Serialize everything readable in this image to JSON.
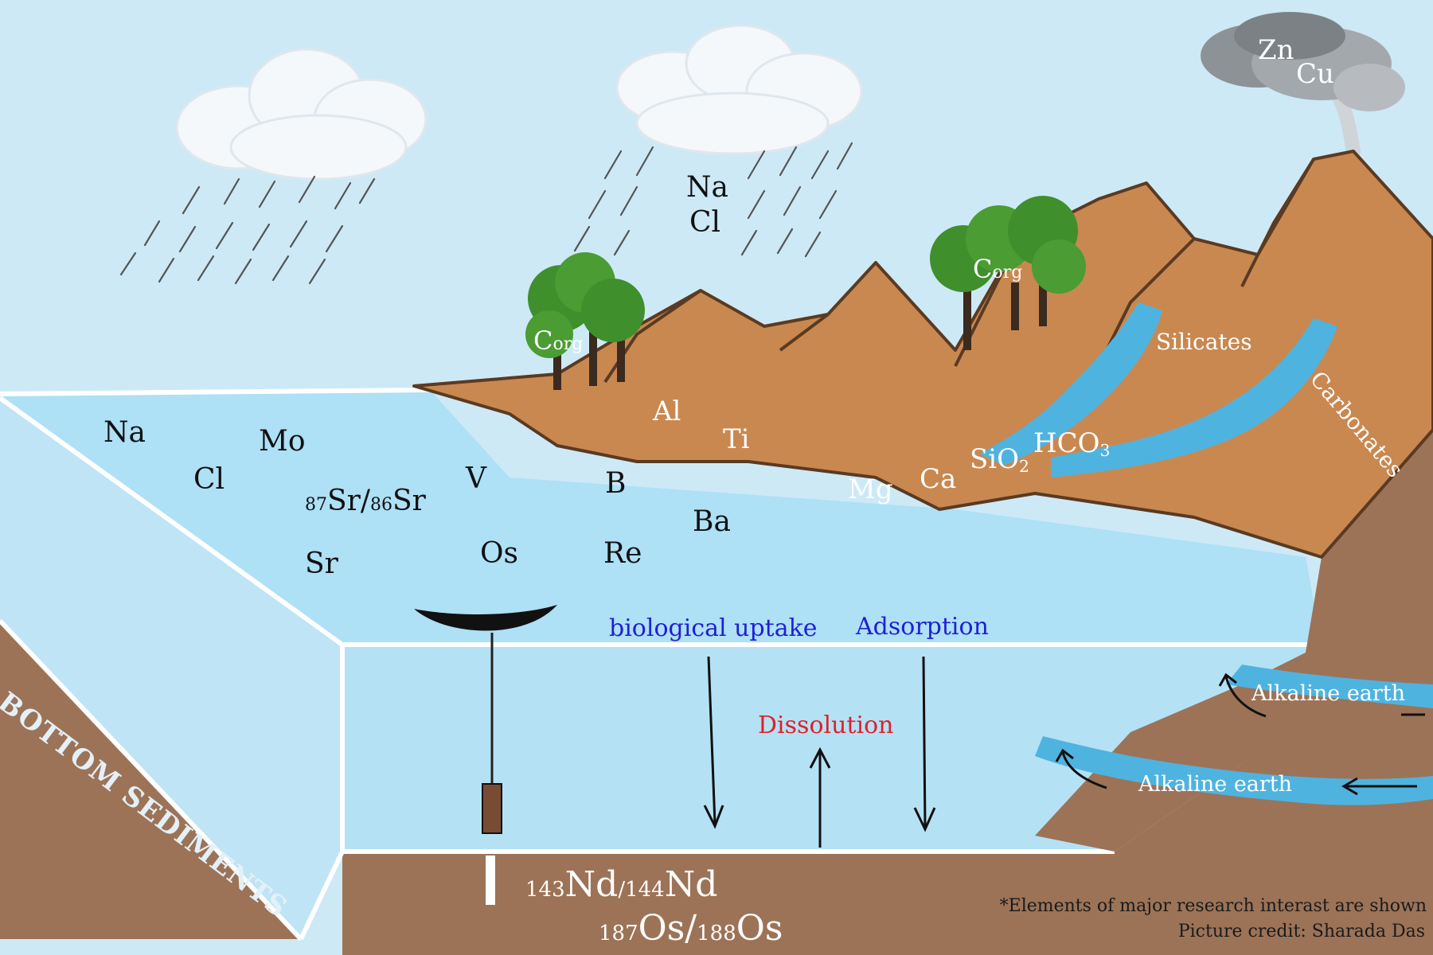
{
  "diagram": {
    "sediment_title": "BOTTOM SEDIMENTS",
    "ocean_elements": [
      "Na",
      "Mo",
      "Cl",
      "V",
      "B",
      "Ba",
      "Sr",
      "Os",
      "Re"
    ],
    "sr_ratio": {
      "a_mass": "87",
      "a": "Sr",
      "sep": "/",
      "b_mass": "86",
      "b": "Sr"
    },
    "rain_elements": [
      "Na",
      "Cl"
    ],
    "corg": {
      "base": "C",
      "sub": "org"
    },
    "land_elements": [
      "Al",
      "Ti",
      "Mg",
      "Ca",
      "HCO"
    ],
    "hco_sub": "3",
    "sio2": {
      "base": "SiO",
      "sub": "2"
    },
    "volcano_elements": [
      "Zn",
      "Cu"
    ],
    "rock_labels": {
      "silicates": "Silicates",
      "carbonates": "Carbonates"
    },
    "groundwater_label": "Alkaline earth",
    "processes": {
      "uptake": "biological uptake",
      "adsorption": "Adsorption",
      "dissolution": "Dissolution"
    },
    "nd_ratio": {
      "a_mass": "143",
      "a": "Nd",
      "sep": "/",
      "b_mass": "144",
      "b": "Nd"
    },
    "os_ratio": {
      "a_mass": "187",
      "a": "Os",
      "sep": "/",
      "b_mass": "188",
      "b": "Os"
    },
    "footnote": "*Elements of major research interast are shown",
    "credit": "Picture credit: Sharada Das"
  },
  "colors": {
    "sky": "#cde9f6",
    "ocean": "#aee0f6",
    "sediment": "#9c7357",
    "mountain": "#c98850",
    "mountain_edge": "#5a3a22",
    "tree": "#3f8f2c",
    "stream": "#4fb3e0"
  }
}
